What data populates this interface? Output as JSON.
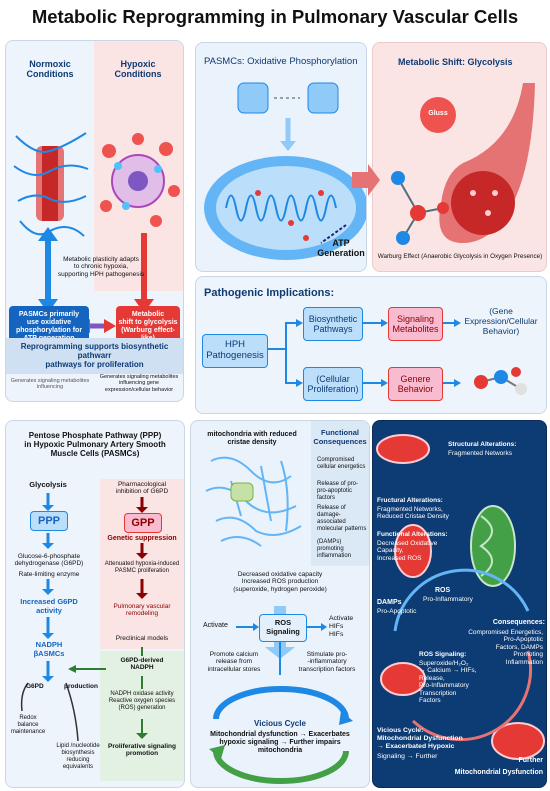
{
  "title": "Metabolic Reprogramming in Pulmonary Vascular Cells",
  "tl": {
    "normoxic": "Normoxic\nConditions",
    "hypoxic": "Hypoxic\nConditions",
    "plasticity": "Metabolic plasticity adapts\nto chronic hypoxia,\nsupporting HPH pathogenesis",
    "pasmc_box": "PASMCs primarily\nuse oxidative\nphosphorylation for\nATP generation",
    "shift_box": "Metabolic\nshift to glycolysis\n(Warburg effect-like)",
    "reprog": "Reprogramming supports biosynthetic pathwarr\npathways for proliferation",
    "gen_left": "Generates signaling metabolites\ninfluencing",
    "gen_right": "Generates signaling metabolites\ninfluencing gene\nexpression/cellular behavior"
  },
  "tr": {
    "oxphos_title": "PASMCs: Oxidative Phosphorylation",
    "atp": "ATP\nGeneration",
    "glyco_title": "Metabolic Shift: Glycolysis",
    "gluss": "Gluss",
    "warburg": "Warburg Effect (Anaerobic Glycolysis in Oxygen Presence)"
  },
  "mr": {
    "heading": "Pathogenic Implications:",
    "hph": "HPH\nPathogenesis",
    "biosynth": "Biosynthetic\nPathways",
    "signaling": "Signaling\nMetabolites",
    "gene_expr": "(Gene\nExpression/Cellular\nBehavior)",
    "cellular": "(Cellular\nProliferation)",
    "genere": "Genere\nBehavior"
  },
  "bl": {
    "heading": "Pentose Phosphate Pathway (PPP)\nin Hypoxic Pulmonary Artery Smooth\nMuscle Cells (PASMCs)",
    "glycolysis": "Glycolysis",
    "ppp": "PPP",
    "g6p": "Glucose-6-phosphate\ndehydrogenase (G6PD)",
    "rate": "Rate-limiting enzyme",
    "increased": "Increased G6PD\nactivity",
    "nadph": "NADPH\nβASMCs",
    "g6pd": "G6PD",
    "production": "production",
    "redox": "Redox\nbalance\nmaintenance",
    "lipid": "Lipid /nucleotide\nbiosynthesis\nreducing\nequivalents",
    "pharm": "Pharmacological\ninhibition of G6PD",
    "gpp": "GPP",
    "genetic": "Genetic suppression",
    "attenuated": "Attenuated hypoxia-induced\nPASMC proliferation",
    "remodel": "Pulmonary vascular\nremodeling",
    "preclinical": "Preclinical models",
    "g6pd_derived": "G6PD-derived\nNADPH",
    "nadph_oxidase": "NADPH oxidase activity\nReactive oxygen species\n(ROS) generation",
    "prolif": "Proliferative signaling\npromotion"
  },
  "bm": {
    "mito_title": "mitochondria with reduced\ncristae density",
    "func_title": "Functional\nConsequences",
    "c1": "Compromised\ncellular energetics",
    "c2": "Release of pro-\npro-apoptotic factors",
    "c3": "Release of\ndamage-associated\nmolecular patterns",
    "c4": "(DAMPs) promoting\ninflammation",
    "decreased": "Decreased oxidative capacity\nIncreased ROS production\n(superoxide, hydrogen peroxide)",
    "activate": "Activate",
    "ros": "ROS\nSignaling",
    "activate_hifs": "Activate\nHIFs\nHIFs",
    "calcium": "Promote calcium\nrelease from\nintracellular stores",
    "stimulate": "Stimulate pro-\n-inflammatory\ntranscription factors",
    "vicious": "Vicious Cycle",
    "cycle_text": "Mitochondrial dysfunction → Exacerbates\nhypoxic signaling → Further impairs\nmitochondria"
  },
  "br": {
    "structural": "Structural Alterations:",
    "fragmented": "Fragmented Networks",
    "fa1_title": "Fructural Alterations:",
    "fa1_text": "Fragmented Networks,\nReduced Cristae Density",
    "fa2_title": "Functional Alterations:",
    "fa2_text": "Decreased Oxidative\nCapacity,\nIncreased ROS",
    "damps": "DAMPs",
    "proapop": "Pro-Apoptotic",
    "ros_label": "ROS",
    "proinflam": "Pro-Inflammatory",
    "conseq_title": "Consequences:",
    "conseq_text": "Compromised Energetics,\nPro-Apoptotic\nFactors, DAMPs\nPromoting\nInflammation",
    "ros_sig_title": "ROS Signaling:",
    "ros_sig_text": "Superoxide/H₂O₂\n→ Calcium → HIFs,\nRelease,\nPro-Inflammatory\nTranscription\nFactors",
    "vicious_title": "Vicious Cycle:\nMitochondrial Dysfunction\n→ Exacerbated Hypoxic",
    "vicious_text": "Signaling → Further",
    "further": "Further",
    "mito_dys": "Mitochondrial Dysfunction"
  },
  "colors": {
    "blue": "#1565c0",
    "red": "#d32f2f",
    "navy": "#0d3b73"
  }
}
